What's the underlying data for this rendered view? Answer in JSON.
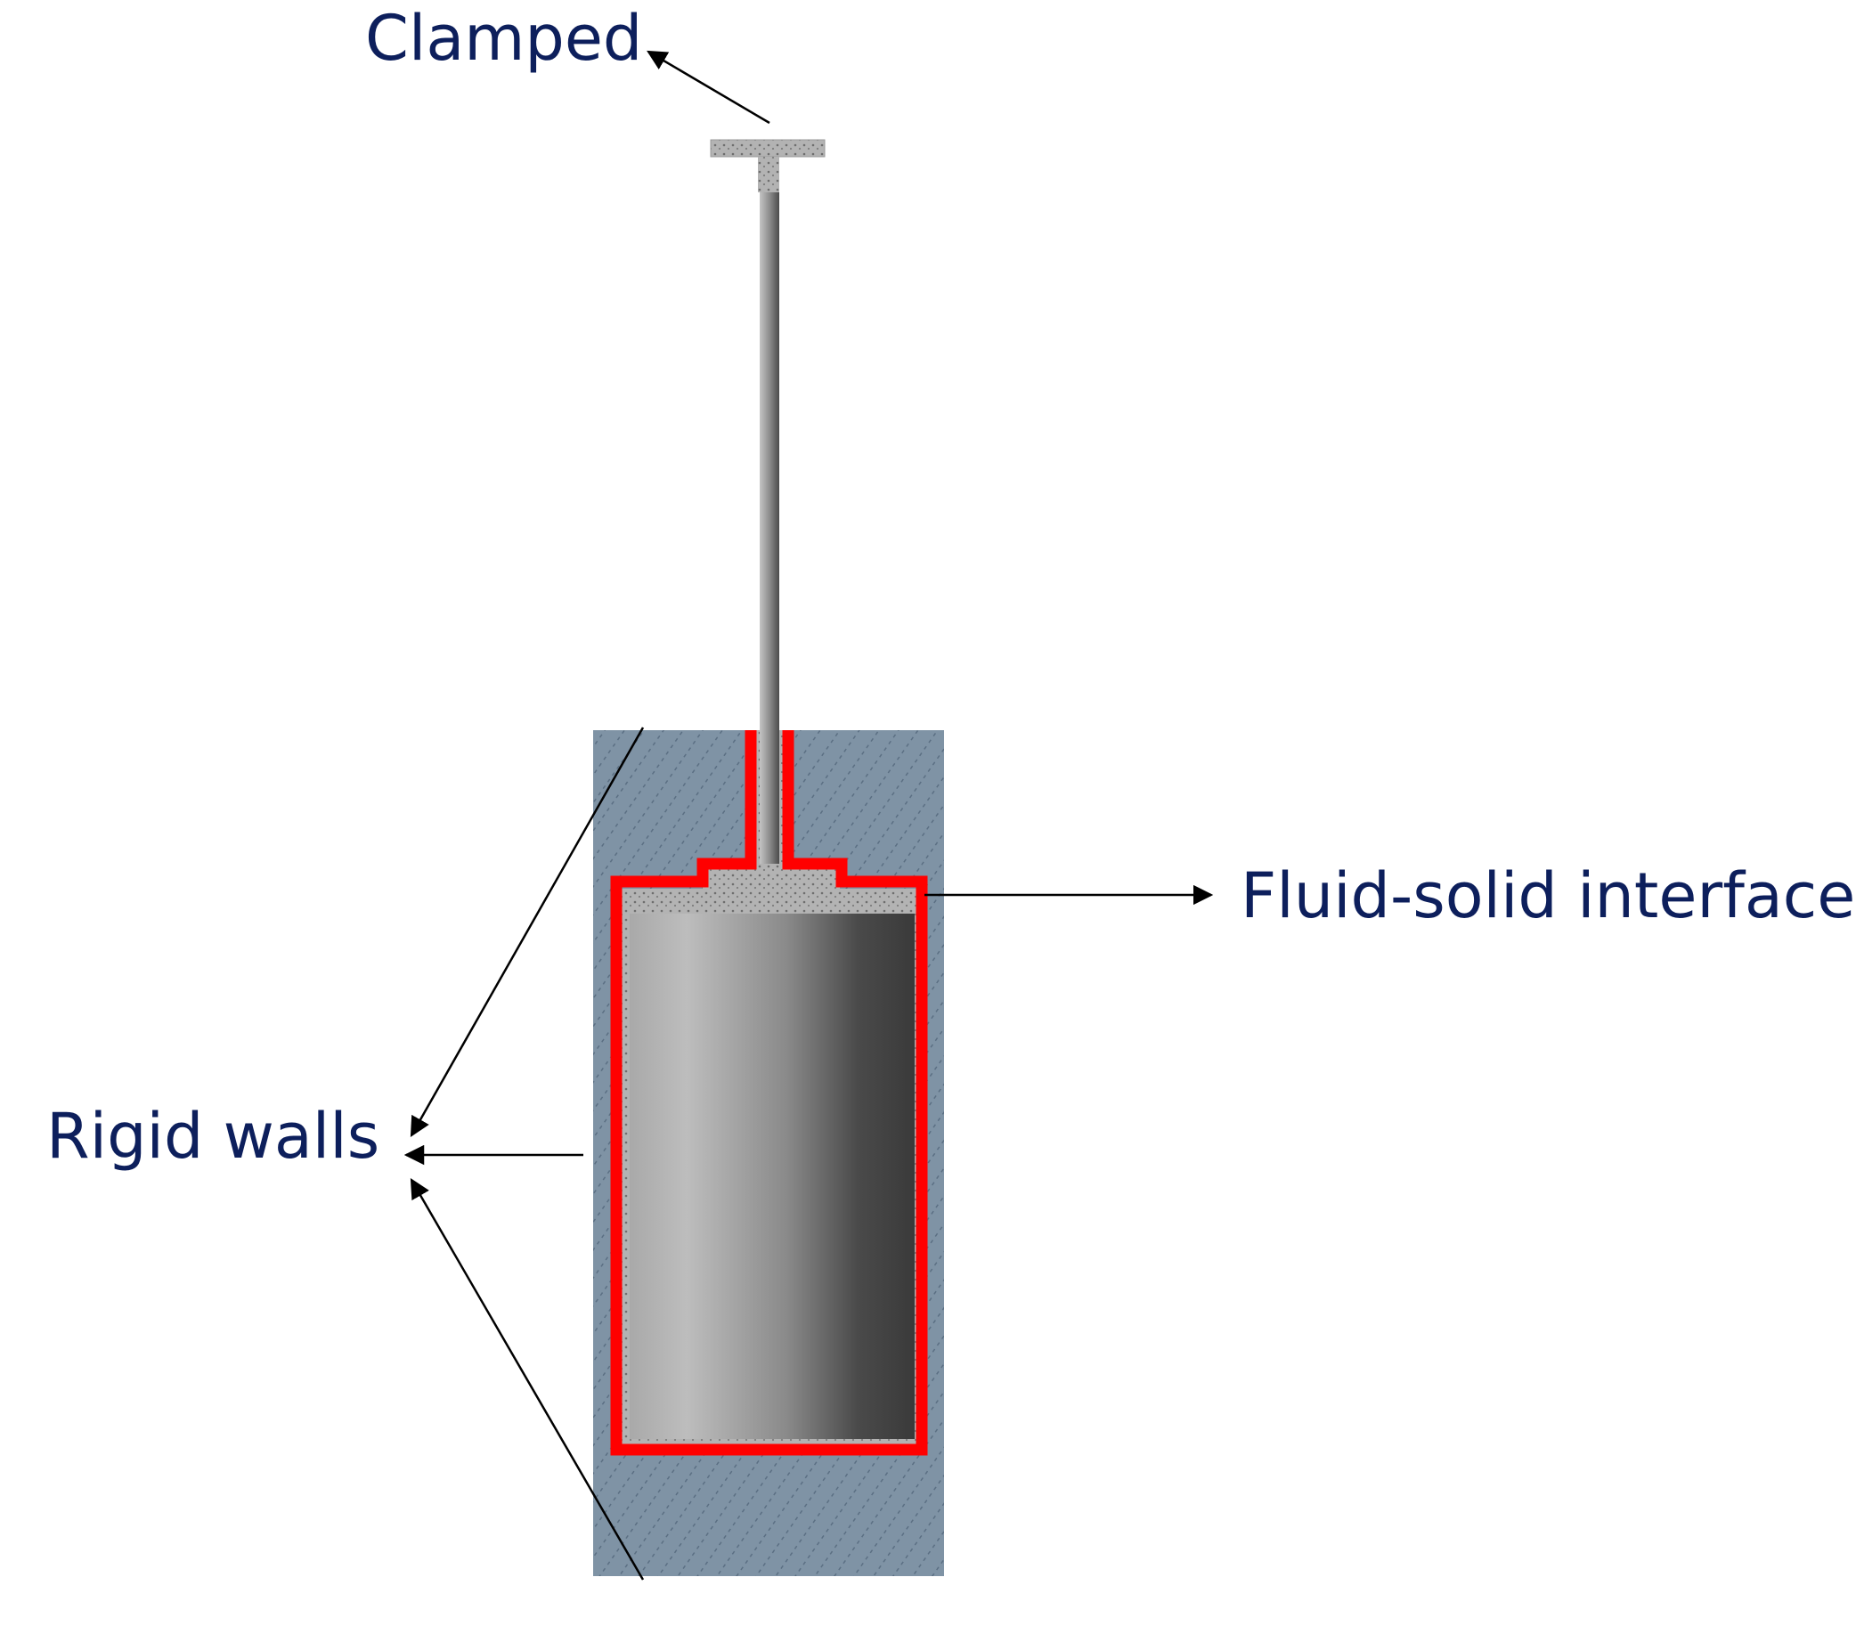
{
  "labels": {
    "clamped": "Clamped",
    "interface": "Fluid-solid interface",
    "rigid_walls": "Rigid walls"
  },
  "colors": {
    "label_text": "#0d1f5c",
    "wall_fill": "#7f93a5",
    "wall_hatch": "#556a7e",
    "interface_line": "#ff0000",
    "rod_light": "#b9b9b9",
    "rod_dark": "#5a5a5a",
    "fluid_stipple": "#a9a9a9",
    "arrow": "#000000"
  }
}
